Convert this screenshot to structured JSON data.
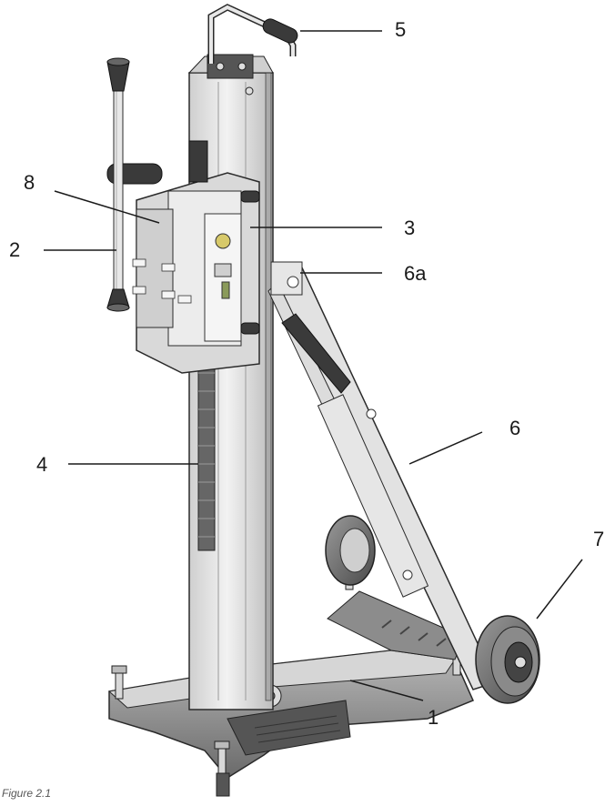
{
  "figure": {
    "caption": "Figure 2.1"
  },
  "callouts": [
    {
      "id": "1",
      "label": "1"
    },
    {
      "id": "2",
      "label": "2"
    },
    {
      "id": "3",
      "label": "3"
    },
    {
      "id": "4",
      "label": "4"
    },
    {
      "id": "5",
      "label": "5"
    },
    {
      "id": "6",
      "label": "6"
    },
    {
      "id": "6a",
      "label": "6a"
    },
    {
      "id": "7",
      "label": "7"
    },
    {
      "id": "8",
      "label": "8"
    }
  ],
  "colors": {
    "light_metal": "#e6e6e6",
    "mid_metal": "#bdbdbd",
    "dark_metal": "#6e6e6e",
    "black_part": "#3a3a3a",
    "line": "#1a1a1a"
  }
}
